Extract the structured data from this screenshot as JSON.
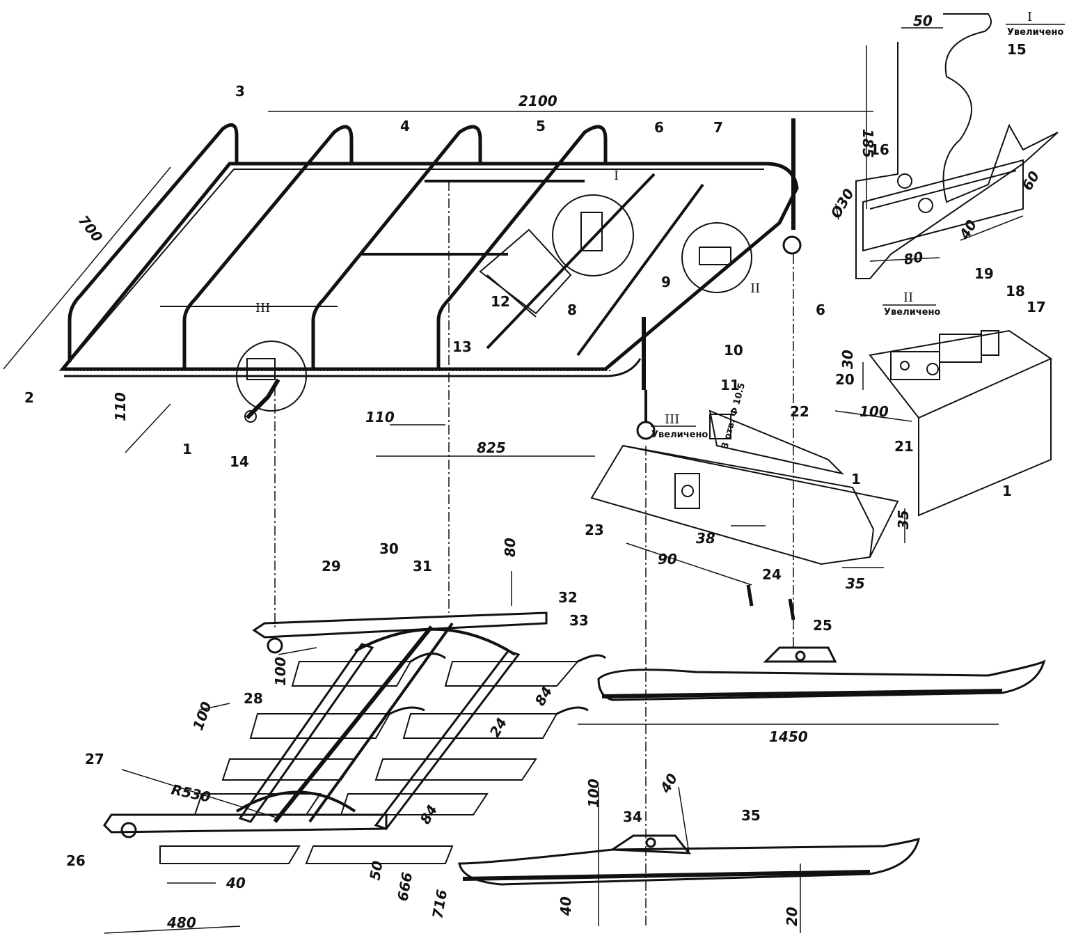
{
  "dimensions": {
    "d2100": "2100",
    "d700": "700",
    "d110a": "110",
    "d110b": "110",
    "d825": "825",
    "d185": "185",
    "d50top": "50",
    "d60": "60",
    "d40a": "40",
    "d80a": "80",
    "d30phi": "Ø30",
    "d30b": "30",
    "d100a": "100",
    "d35a": "35",
    "d35b": "35",
    "d38": "38",
    "d90": "90",
    "dHoles": "3 отв. Ф 10.5",
    "d80b": "80",
    "d100b": "100",
    "d100c": "100",
    "d84a": "84",
    "d84b": "84",
    "d24": "24",
    "dR530": "R530",
    "d50b": "50",
    "d666": "666",
    "d716": "716",
    "d40b": "40",
    "d480": "480",
    "d1450": "1450",
    "d100d": "100",
    "d40c": "40",
    "d40d": "40",
    "d20": "20"
  },
  "labels": {
    "n1": "1",
    "n2": "2",
    "n3": "3",
    "n4": "4",
    "n5": "5",
    "n6": "6",
    "n7": "7",
    "n8": "8",
    "n9": "9",
    "n10": "10",
    "n11": "11",
    "n12": "12",
    "n13": "13",
    "n14": "14",
    "n15": "15",
    "n16": "16",
    "n17": "17",
    "n18": "18",
    "n19": "19",
    "n20": "20",
    "n21": "21",
    "n22": "22",
    "n23": "23",
    "n24": "24",
    "n25": "25",
    "n26": "26",
    "n27": "27",
    "n28": "28",
    "n29": "29",
    "n30": "30",
    "n31": "31",
    "n32": "32",
    "n33": "33",
    "n34": "34",
    "n35": "35",
    "n1b": "1",
    "n1c": "1",
    "n6b": "6"
  },
  "views": {
    "I_roman": "I",
    "I_caption": "Увеличено",
    "II_roman": "II",
    "II_caption": "Увеличено",
    "III_roman": "III",
    "III_caption": "Увеличено",
    "I_mark": "I",
    "II_mark": "II",
    "III_mark": "III"
  }
}
